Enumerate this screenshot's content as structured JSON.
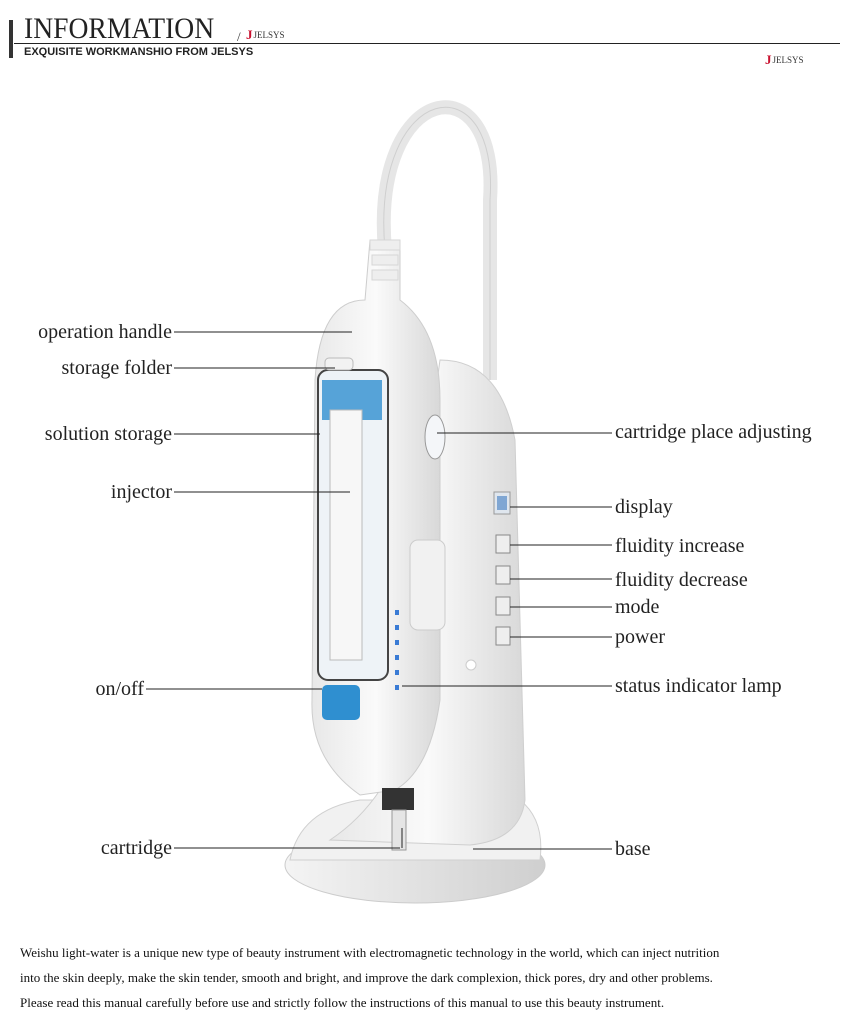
{
  "header": {
    "title": "INFORMATION",
    "slash": "/",
    "subtitle": "EXQUISITE WORKMANSHIO FROM JELSYS",
    "brand": "JELSYS",
    "brand_mark": "J"
  },
  "labels_left": [
    "operation handle",
    "storage folder",
    "solution storage",
    "injector",
    "on/off",
    "cartridge"
  ],
  "labels_right": [
    "cartridge place adjusting",
    "display",
    "fluidity increase",
    "fluidity decrease",
    "mode",
    "power",
    "status indicator lamp",
    "base"
  ],
  "description": [
    "Weishu light-water is a unique new type of beauty instrument with electromagnetic technology in the world, which can inject nutrition",
    "into the skin deeply, make the skin tender, smooth and bright, and improve the dark complexion, thick pores, dry and other problems.",
    "Please read this manual carefully before use and strictly follow the instructions of this manual to use this beauty instrument."
  ],
  "colors": {
    "accent": "#c8102e",
    "device_blue": "#2f8fd0"
  }
}
